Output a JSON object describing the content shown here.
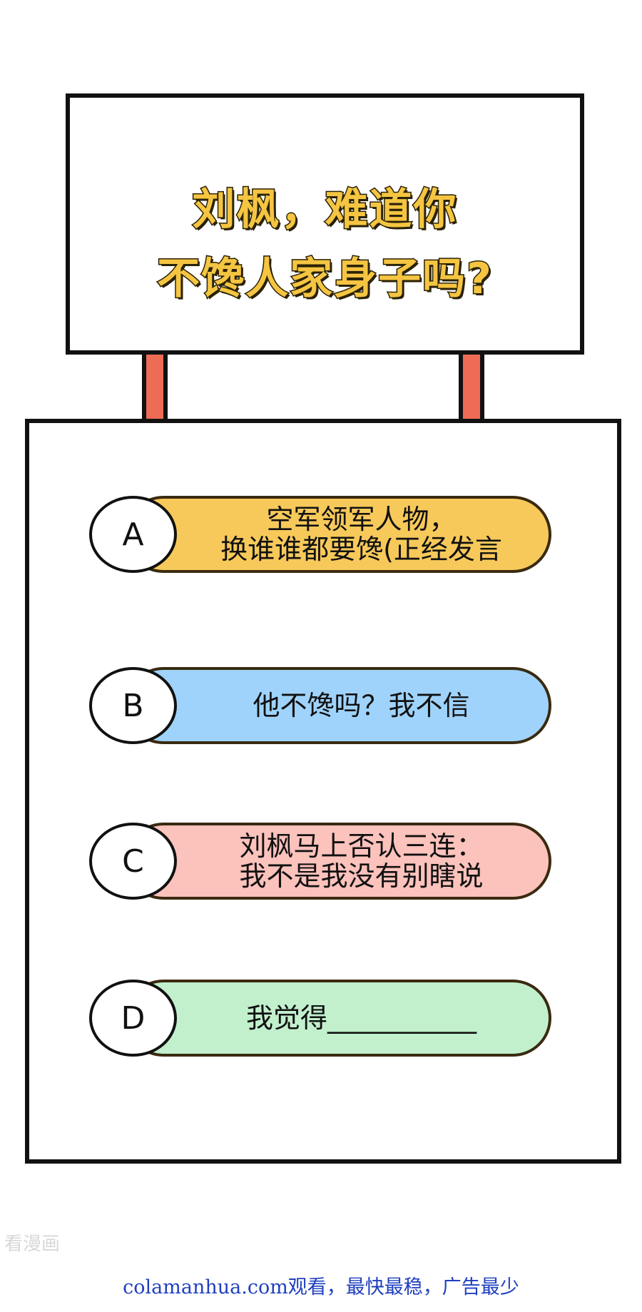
{
  "sign": {
    "title_line1": "刘枫，难道你",
    "title_line2": "不馋人家身子吗?"
  },
  "options": [
    {
      "letter": "A",
      "line1": "空军领军人物，",
      "line2": "换谁谁都要馋(正经发言",
      "color": "#f7c95a"
    },
    {
      "letter": "B",
      "line1": "他不馋吗？我不信",
      "line2": "",
      "color": "#9fd3fb"
    },
    {
      "letter": "C",
      "line1": "刘枫马上否认三连：",
      "line2": "我不是我没有别瞎说",
      "color": "#fcc2bc"
    },
    {
      "letter": "D",
      "line1": "我觉得___________",
      "line2": "",
      "color": "#c2f0cd"
    }
  ],
  "watermark": "看漫画",
  "footer": {
    "text": "colamanhua.com观看，最快最稳，广告最少",
    "color": "#1f3fbf"
  },
  "colors": {
    "post": "#ee6b55",
    "title_fill": "#f5c542",
    "outline": "#111111"
  }
}
